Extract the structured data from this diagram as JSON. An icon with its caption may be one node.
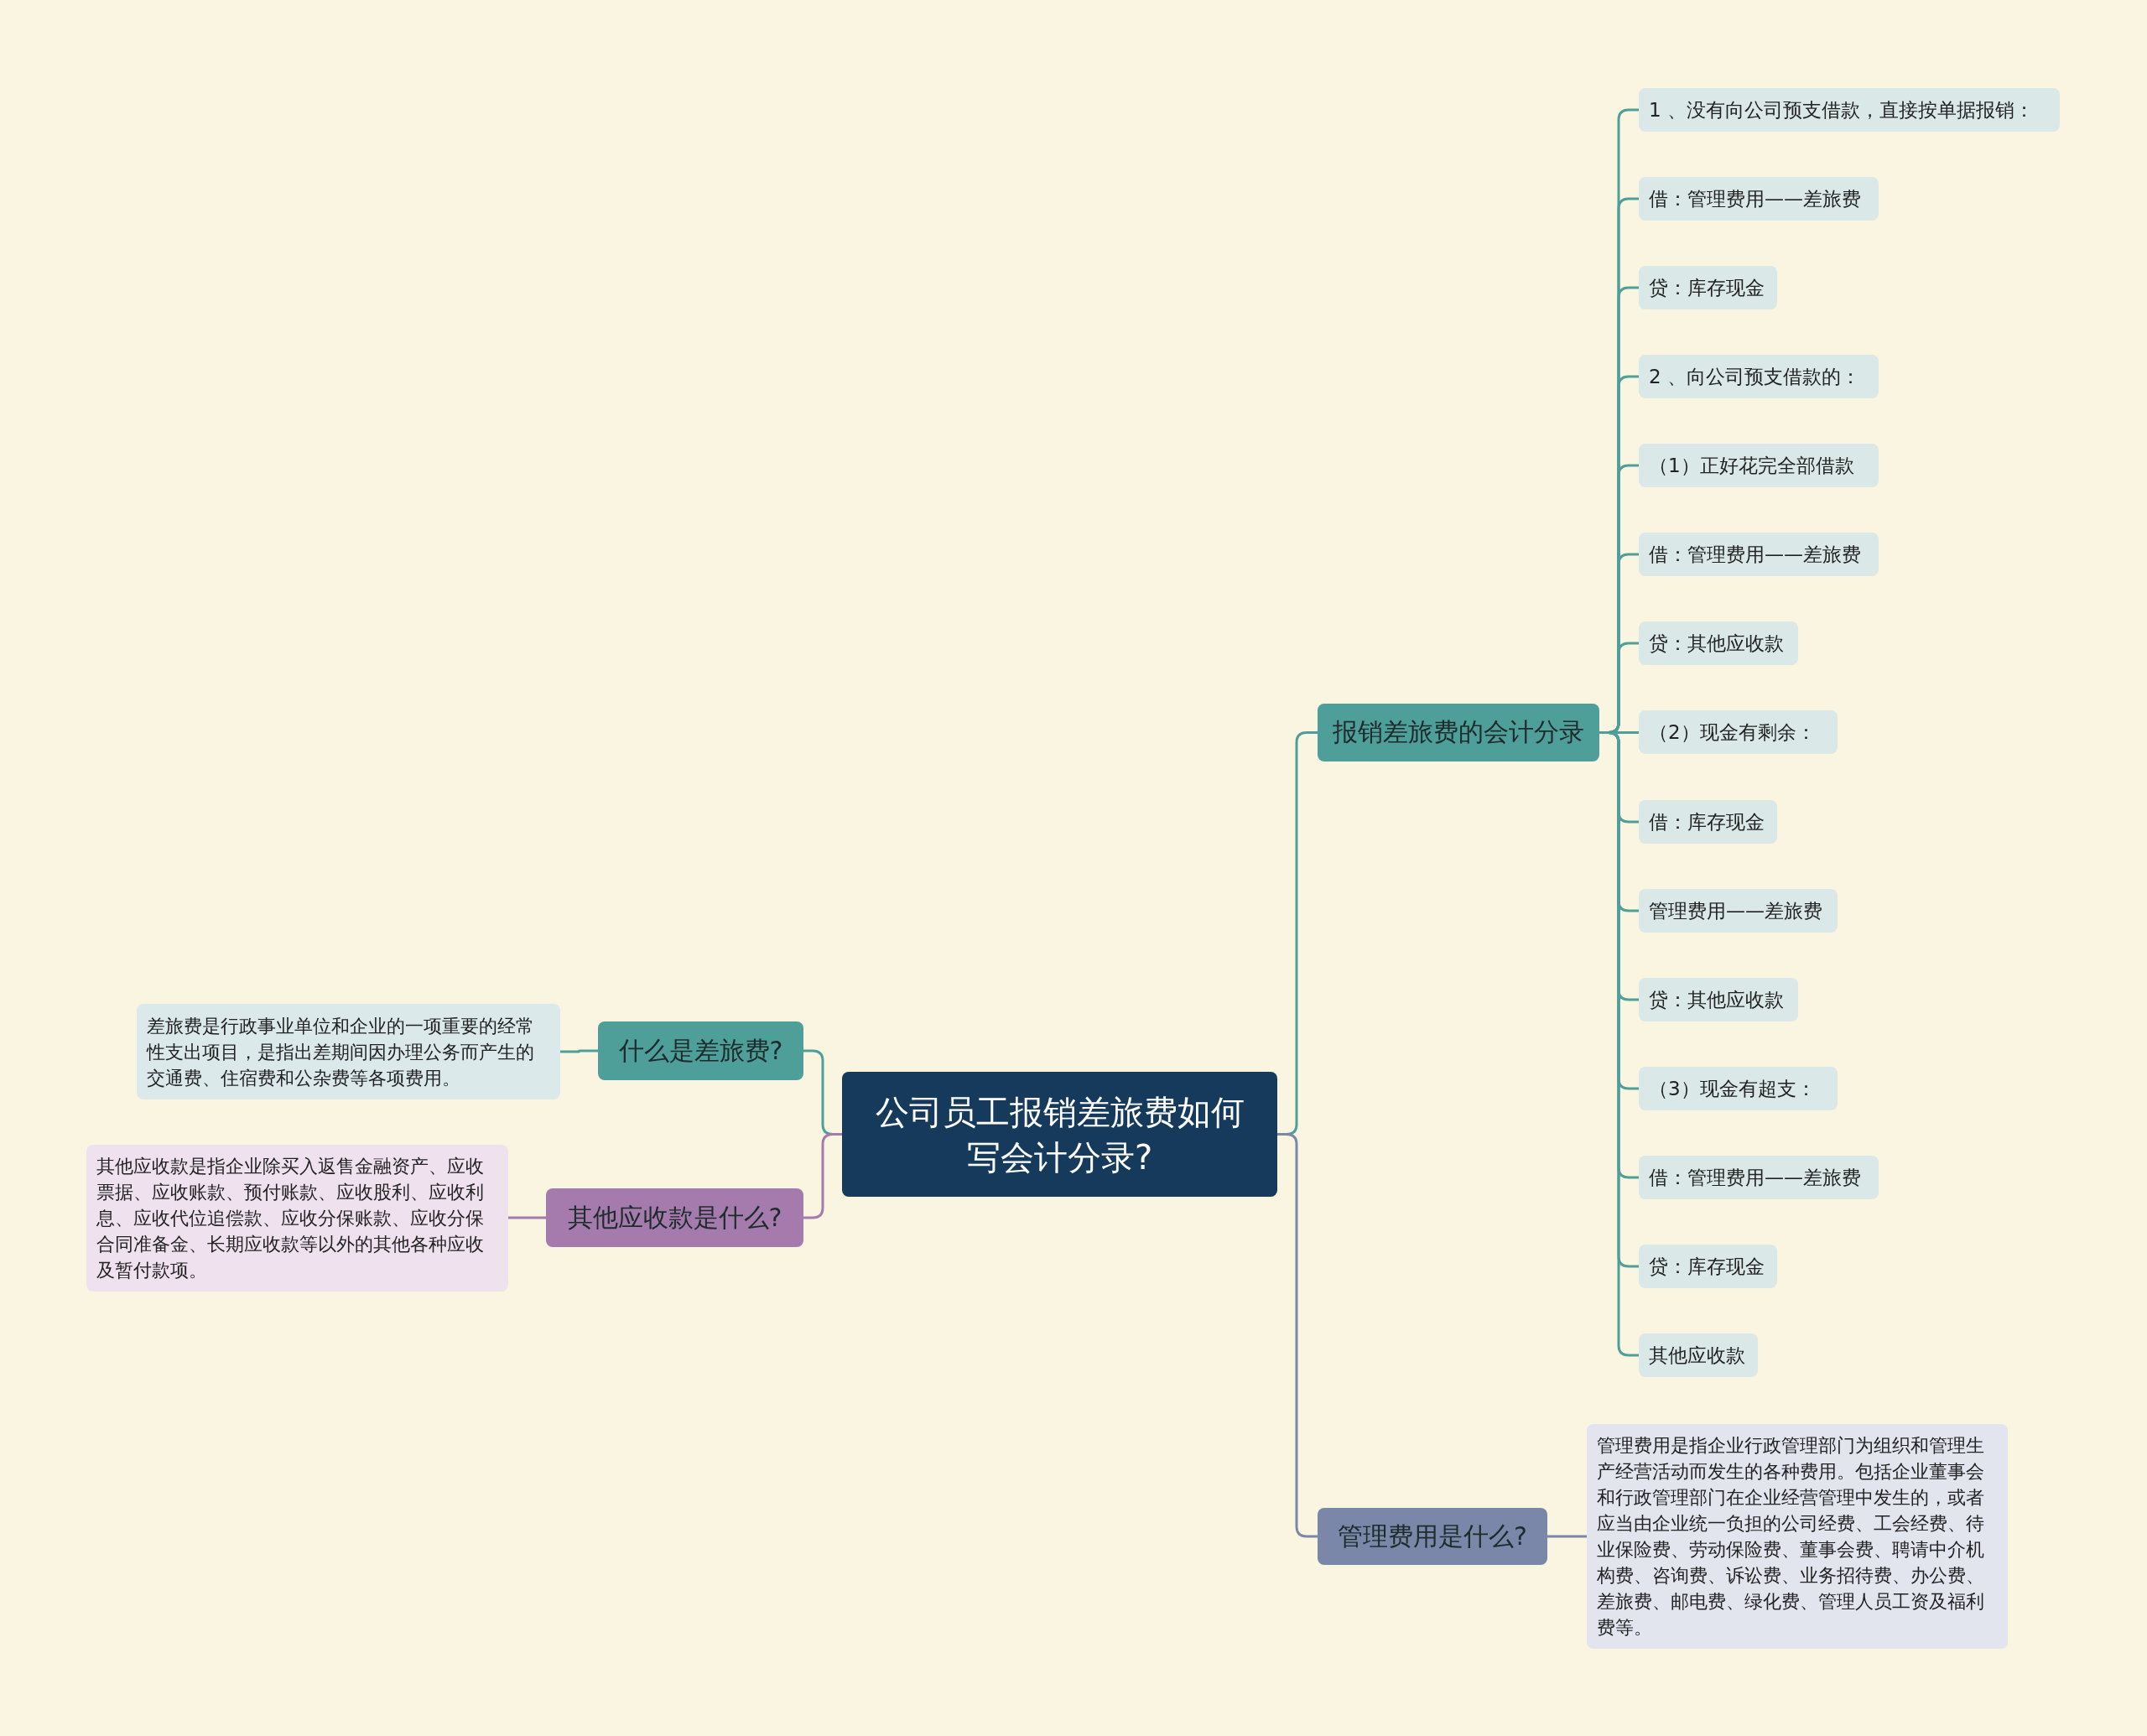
{
  "diagram": {
    "nodes": [
      {
        "text": [
          "公司员工报销差旅费如何写会计分录?"
        ]
      },
      {
        "text": [
          "什么是差旅费?"
        ]
      },
      {
        "text": [
          "差旅费是行政事业单位和企业的一项重要的经常性支出项目，是指出差期间因办理公务而产生的交通费、住宿费和公杂费等各项费用。"
        ]
      },
      {
        "text": [
          "其他应收款是什么?"
        ]
      },
      {
        "text": [
          "其他应收款是指企业除买入返售金融资产、应收票据、应收账款、预付账款、应收股利、应收利息、应收代位追偿款、应收分保账款、应收分保合同准备金、长期应收款等以外的其他各种应收及暂付款项。"
        ]
      },
      {
        "text": [
          "报销差旅费的会计分录"
        ]
      },
      {
        "text": [
          "1 、没有向公司预支借款，直接按单据报销："
        ]
      },
      {
        "text": [
          "借：管理费用——差旅费"
        ]
      },
      {
        "text": [
          "贷：库存现金"
        ]
      },
      {
        "text": [
          "2 、向公司预支借款的："
        ]
      },
      {
        "text": [
          "（1）正好花完全部借款"
        ]
      },
      {
        "text": [
          "借：管理费用——差旅费"
        ]
      },
      {
        "text": [
          "贷：其他应收款"
        ]
      },
      {
        "text": [
          "（2）现金有剩余："
        ]
      },
      {
        "text": [
          "借：库存现金"
        ]
      },
      {
        "text": [
          "管理费用——差旅费"
        ]
      },
      {
        "text": [
          "贷：其他应收款"
        ]
      },
      {
        "text": [
          "（3）现金有超支："
        ]
      },
      {
        "text": [
          "借：管理费用——差旅费"
        ]
      },
      {
        "text": [
          "贷：库存现金"
        ]
      },
      {
        "text": [
          "其他应收款"
        ]
      },
      {
        "text": [
          "管理费用是什么?"
        ]
      },
      {
        "text": [
          "管理费用是指企业行政管理部门为组织和管理生产经营活动而发生的各种费用。包括企业董事会和行政管理部门在企业经营管理中发生的，或者应当由企业统一负担的公司经费、工会经费、待业保险费、劳动保险费、董事会费、聘请中介机构费、咨询费、诉讼费、业务招待费、办公费、差旅费、邮电费、绿化费、管理人员工资及福利费等。"
        ]
      }
    ],
    "edges": [
      {
        "from": 0,
        "to": 1,
        "arrow": "none"
      },
      {
        "from": 1,
        "to": 2,
        "arrow": "none"
      },
      {
        "from": 0,
        "to": 3,
        "arrow": "none",
        "color": "#a57aad"
      },
      {
        "from": 3,
        "to": 4,
        "arrow": "none",
        "color": "#a57aad"
      },
      {
        "from": 0,
        "to": 5,
        "arrow": "none"
      },
      {
        "from": 5,
        "to": 6,
        "arrow": "none"
      },
      {
        "from": 5,
        "to": 7,
        "arrow": "none"
      },
      {
        "from": 5,
        "to": 8,
        "arrow": "none"
      },
      {
        "from": 5,
        "to": 9,
        "arrow": "none"
      },
      {
        "from": 5,
        "to": 10,
        "arrow": "none"
      },
      {
        "from": 5,
        "to": 11,
        "arrow": "none"
      },
      {
        "from": 5,
        "to": 12,
        "arrow": "none"
      },
      {
        "from": 5,
        "to": 13,
        "arrow": "none"
      },
      {
        "from": 5,
        "to": 14,
        "arrow": "none"
      },
      {
        "from": 5,
        "to": 15,
        "arrow": "none"
      },
      {
        "from": 5,
        "to": 16,
        "arrow": "none"
      },
      {
        "from": 5,
        "to": 17,
        "arrow": "none"
      },
      {
        "from": 5,
        "to": 18,
        "arrow": "none"
      },
      {
        "from": 5,
        "to": 19,
        "arrow": "none"
      },
      {
        "from": 5,
        "to": 20,
        "arrow": "none"
      },
      {
        "from": 0,
        "to": 21,
        "arrow": "none",
        "color": "#7a87a8"
      },
      {
        "from": 21,
        "to": 22,
        "arrow": "none",
        "color": "#7a87a8"
      }
    ]
  }
}
